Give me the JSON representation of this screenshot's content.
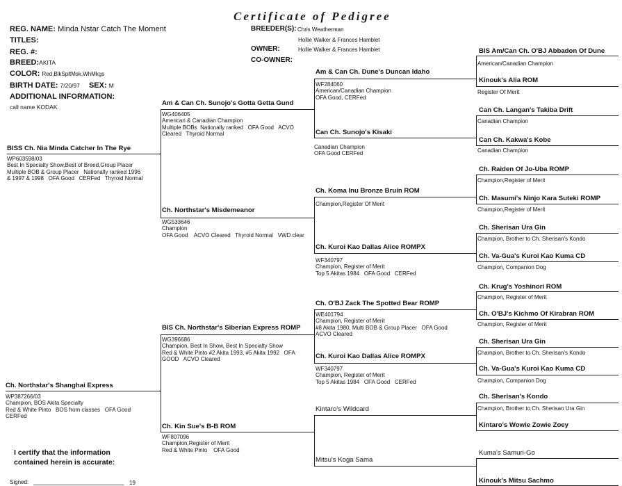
{
  "title": "Certificate of Pedigree",
  "header": {
    "reg_name_label": "REG. NAME:",
    "reg_name": "Minda Nstar Catch The Moment",
    "titles_label": "TITLES:",
    "reg_no_label": "REG. #:",
    "breed_label": "BREED:",
    "breed": "AKITA",
    "color_label": "COLOR:",
    "color": "Red,BlkSpltMsk,WhMkgs",
    "birth_label": "BIRTH DATE:",
    "birth": "7/20/97",
    "sex_label": "SEX:",
    "sex": "M",
    "addl_label": "ADDITIONAL INFORMATION:",
    "addl": "call name KODAK",
    "breeders_label": "BREEDER(S):",
    "breeder1": "Chris Weatherman",
    "breeder2": "Hollie Walker & Frances Hamblet",
    "owner_label": "OWNER:",
    "owner": "Hollie Walker & Frances Hamblet",
    "coowner_label": "CO-OWNER:"
  },
  "gen1": {
    "sire": {
      "name": "BISS Ch. Nia Minda Catcher In The Rye",
      "info": "WP603598/03\nBest In Specialty Show,Best of Breed,Group Placer\nMultiple BOB & Group Placer   Nationally ranked 1996\n& 1997 & 1998   OFA Good   CERFed   Thyroid Normal"
    },
    "dam": {
      "name": "Ch. Northstar's Shanghai Express",
      "info": "WP387266/03\nChampion, BOS Akita Specialty\nRed & White Pinto   BOS from classes   OFA Good\nCERFed"
    }
  },
  "gen2": [
    {
      "name": "Am & Can Ch. Sunojo's Gotta Getta Gund",
      "info": "WG406405\nAmerican & Canadian Champion\nMultiple BOBs  Nationally ranked   OFA Good   ACVO\nCleared   Thyroid Normal"
    },
    {
      "name": "Ch. Northstar's Misdemeanor",
      "info": "WG533646\nChampion\nOFA Good    ACVO Cleared   Thyroid Normal   VWD clear"
    },
    {
      "name": "BIS Ch. Northstar's Siberian Express ROMP",
      "info": "WG396686\nChampion, Best In Show, Best In Specialty Show\nRed & White Pinto #2 Akita 1993, #5 Akita 1992   OFA\nGOOD   ACVO Cleared"
    },
    {
      "name": "Ch. Kin Sue's B-B ROM",
      "info": "WF807096\nChampion,Register of Merit\nRed & White Pinto    OFA Good"
    }
  ],
  "gen3": [
    {
      "name": "Am & Can Ch. Dune's Duncan Idaho",
      "info": "WF284060\nAmerican/Canadian Champion\nOFA Good, CERFed"
    },
    {
      "name": "Can Ch. Sunojo's Kisaki",
      "info": "Canadian Champion\nOFA Good CERFed"
    },
    {
      "name": "Ch. Koma Inu Bronze Bruin ROM",
      "info": "Champion,Register Of Merit"
    },
    {
      "name": "Ch. Kuroi Kao Dallas Alice ROMPX",
      "info": "WF340797\nChampion, Register of Merit\nTop 5 Akitas 1984   OFA Good   CERFed"
    },
    {
      "name": "Ch. O'BJ Zack The Spotted Bear ROMP",
      "info": "WE401794\nChampion, Register of Merit\n#8 Akita 1980, Multi BOB & Group Placer   OFA Good\nACVO Cleared"
    },
    {
      "name": "Ch. Kuroi Kao Dallas Alice ROMPX",
      "info": "WF340797\nChampion, Register of Merit\nTop 5 Akitas 1984   OFA Good   CERFed"
    },
    {
      "name": "Kintaro's Wildcard",
      "info": ""
    },
    {
      "name": "Mitsu's Koga Sama",
      "info": ""
    }
  ],
  "gen4": [
    {
      "name": "BIS Am/Can Ch. O'BJ Abbadon Of Dune",
      "info": "American/Canadian Champion"
    },
    {
      "name": "Kinouk's Alia ROM",
      "info": "Register Of Merit"
    },
    {
      "name": "Can Ch. Langan's Takiba Drift",
      "info": "Canadian Champion"
    },
    {
      "name": "Can Ch. Kakwa's Kobe",
      "info": "Canadian Champion"
    },
    {
      "name": "Ch. Raiden Of Jo-Uba ROMP",
      "info": "Champion,Register of Merit"
    },
    {
      "name": "Ch. Masumi's Ninjo Kara Suteki ROMP",
      "info": "Champion,Register of Merit"
    },
    {
      "name": "Ch. Sherisan Ura Gin",
      "info": "Champion, Brother to Ch. Sherisan's Kondo"
    },
    {
      "name": "Ch. Va-Gua's Kuroi Kao Kuma CD",
      "info": "Champion, Companion Dog"
    },
    {
      "name": "Ch. Krug's Yoshinori ROM",
      "info": "Champion, Register of Merit"
    },
    {
      "name": "Ch. O'BJ's Kichmo Of Kirabran ROM",
      "info": "Champion, Register of Merit"
    },
    {
      "name": "Ch. Sherisan Ura Gin",
      "info": "Champion, Brother to Ch. Sherisan's Kondo"
    },
    {
      "name": "Ch. Va-Gua's Kuroi Kao Kuma CD",
      "info": "Champion, Companion Dog"
    },
    {
      "name": "Ch. Sherisan's Kondo",
      "info": "Champion, Brother to Ch. Sherisan Ura Gin"
    },
    {
      "name": "Kintaro's Wowie Zowie Zoey",
      "info": ""
    },
    {
      "name": "Kuma's Samuri-Go",
      "info": ""
    },
    {
      "name": "Kinouk's Mitsu Sachmo",
      "info": ""
    }
  ],
  "certify": {
    "line1": "I certify that the information",
    "line2": "contained herein is accurate:",
    "signed_label": "Signed:",
    "year_prefix": "19"
  }
}
